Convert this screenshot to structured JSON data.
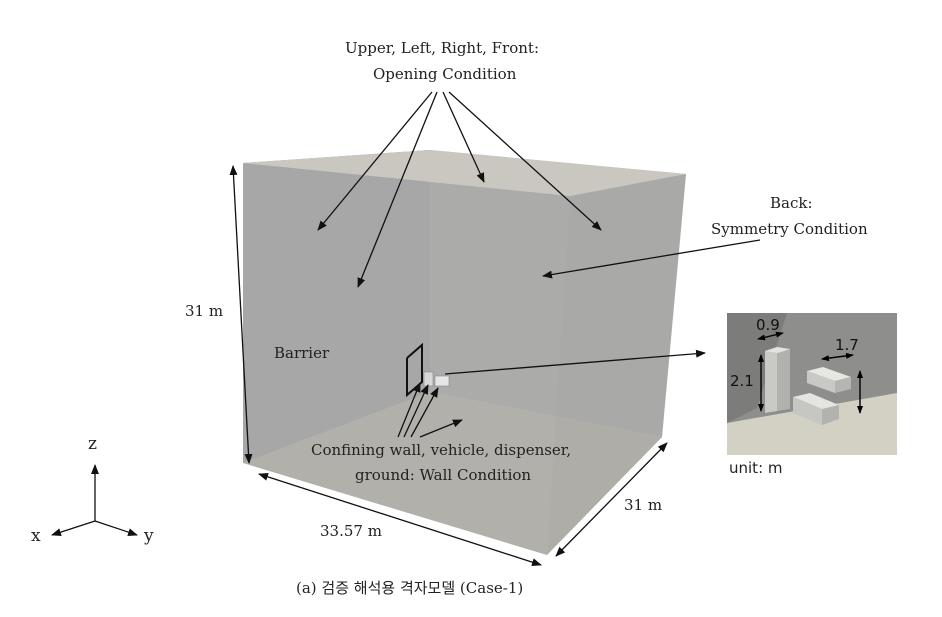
{
  "labels": {
    "opening_line1": "Upper, Left, Right, Front:",
    "opening_line2": "Opening Condition",
    "back_line1": "Back:",
    "back_line2": "Symmetry Condition",
    "barrier": "Barrier",
    "wall_line1": "Confining wall, vehicle, dispenser,",
    "wall_line2": "ground: Wall Condition",
    "height_dim": "31 m",
    "width_dim": "33.57 m",
    "depth_dim": "31 m",
    "caption": "(a) 검증 해석용 격자모델 (Case-1)"
  },
  "inset": {
    "dim_top_width": "0.9",
    "dim_dispenser": "1.7",
    "dim_height": "2.1",
    "unit": "unit: m"
  },
  "axes": {
    "z": "z",
    "x": "x",
    "y": "y"
  },
  "colors": {
    "box_front": "#b0b0b0",
    "box_right": "#a7a7a7",
    "box_top": "#c8c6bf",
    "ground": "#c2c0b4",
    "inset_bg": "#8f8f8d",
    "inset_floor": "#d3d1c4"
  }
}
